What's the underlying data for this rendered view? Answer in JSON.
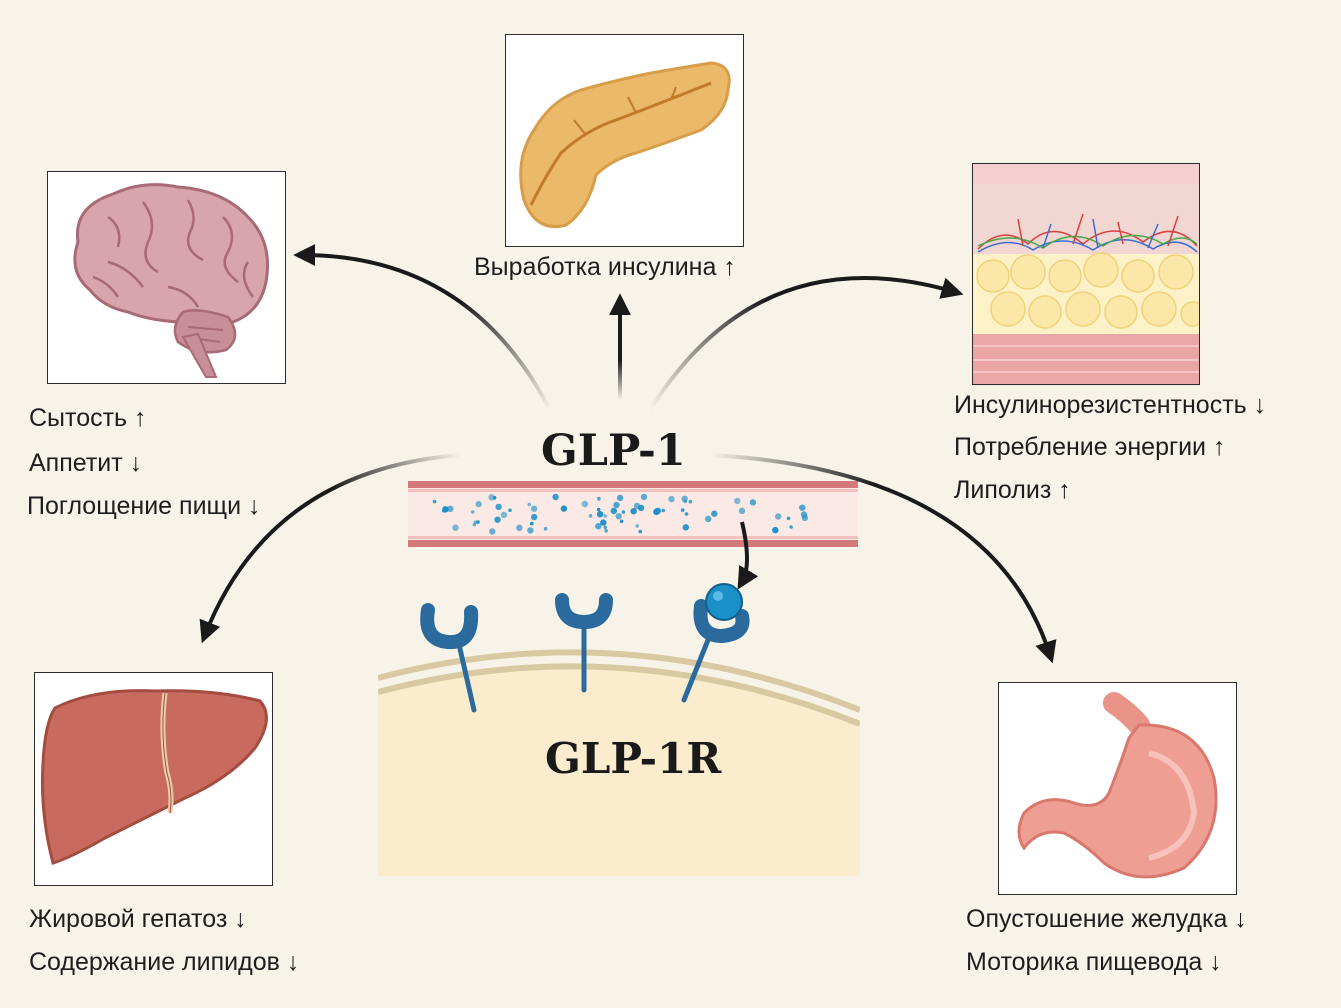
{
  "center": {
    "hormone": "GLP-1",
    "receptor": "GLP-1R"
  },
  "organs": {
    "brain": {
      "icon": "brain-icon",
      "effects": [
        "Сытость ↑",
        "Аппетит ↓",
        "Поглощение пищи ↓"
      ]
    },
    "pancreas": {
      "icon": "pancreas-icon",
      "effects": [
        "Выработка инсулина ↑"
      ]
    },
    "adipose": {
      "icon": "adipose-tissue-icon",
      "effects": [
        "Инсулинорезистентность ↓",
        "Потребление энергии ↑",
        "Липолиз ↑"
      ]
    },
    "liver": {
      "icon": "liver-icon",
      "effects": [
        "Жировой гепатоз ↓",
        "Содержание липидов ↓"
      ]
    },
    "stomach": {
      "icon": "stomach-icon",
      "effects": [
        "Опустошение желудка ↓",
        "Моторика пищевода ↓"
      ]
    }
  },
  "colors": {
    "background": "#f8f3e8",
    "arrow": "#1a1a1a",
    "vessel_wall": "#d4787b",
    "glp1_molecule": "#1b8fc7",
    "receptor": "#2b6a9c",
    "cell": "#fbeccd"
  }
}
